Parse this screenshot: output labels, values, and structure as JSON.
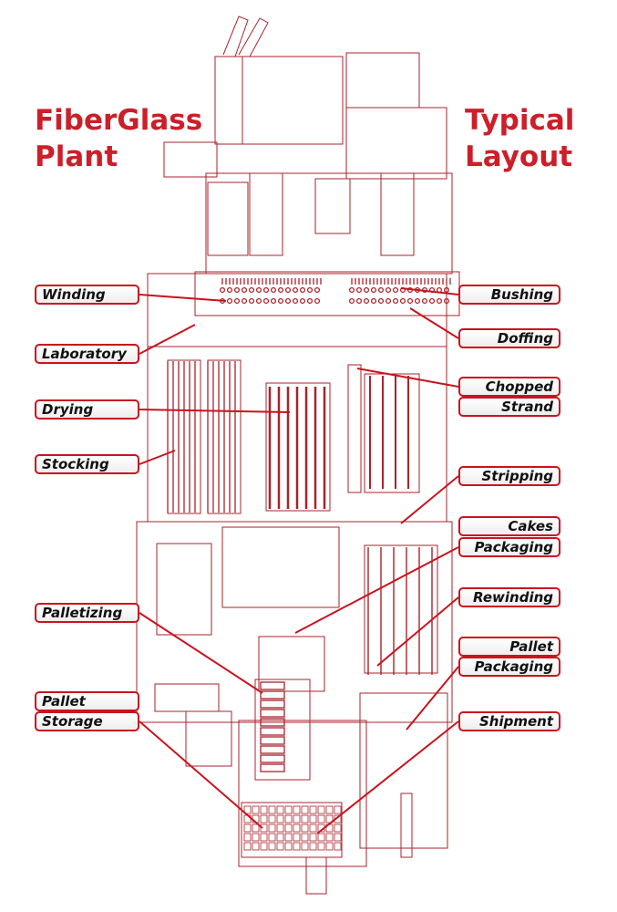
{
  "title_left": [
    "FiberGlass",
    "Plant"
  ],
  "title_right": [
    "Typical",
    "Layout"
  ],
  "labels": {
    "winding": "Winding",
    "laboratory": "Laboratory",
    "drying": "Drying",
    "stocking": "Stocking",
    "palletizing": "Palletizing",
    "pallet_storage_1": "Pallet",
    "pallet_storage_2": "Storage",
    "bushing": "Bushing",
    "doffing": "Doffing",
    "chopped_strand_1": "Chopped",
    "chopped_strand_2": "Strand",
    "stripping": "Stripping",
    "cakes_packaging_1": "Cakes",
    "cakes_packaging_2": "Packaging",
    "rewinding": "Rewinding",
    "pallet_packaging_1": "Pallet",
    "pallet_packaging_2": "Packaging",
    "shipment": "Shipment"
  },
  "colors": {
    "accent": "#c8141e",
    "title": "#cc1f2a",
    "drawing": "#a8232b"
  }
}
